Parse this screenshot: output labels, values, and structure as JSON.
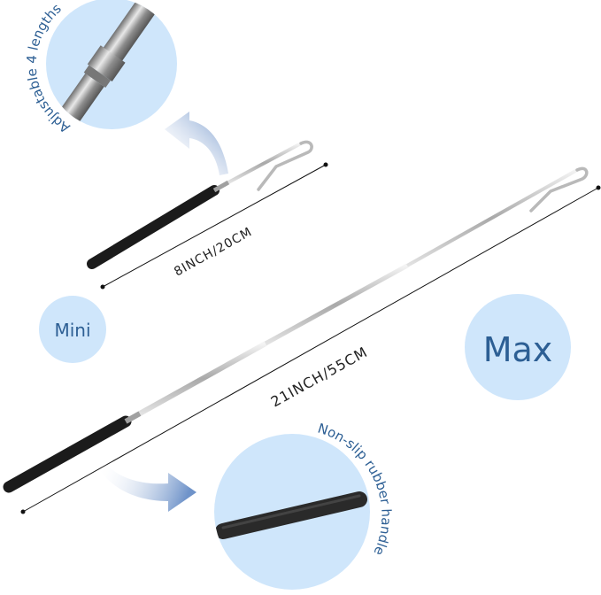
{
  "labels": {
    "adjustable": "Adjustable 4 lengths",
    "mini_size": "8INCH/20CM",
    "max_size": "21INCH/55CM",
    "mini": "Mini",
    "max": "Max",
    "handle": "Non-slip rubber handle"
  },
  "colors": {
    "circle_fill": "#cfe6fb",
    "label_blue": "#2d5f94",
    "arrow_blue": "#7e9fd0",
    "rubber": "#1b1b1b",
    "steel": "#c8c8c8"
  }
}
